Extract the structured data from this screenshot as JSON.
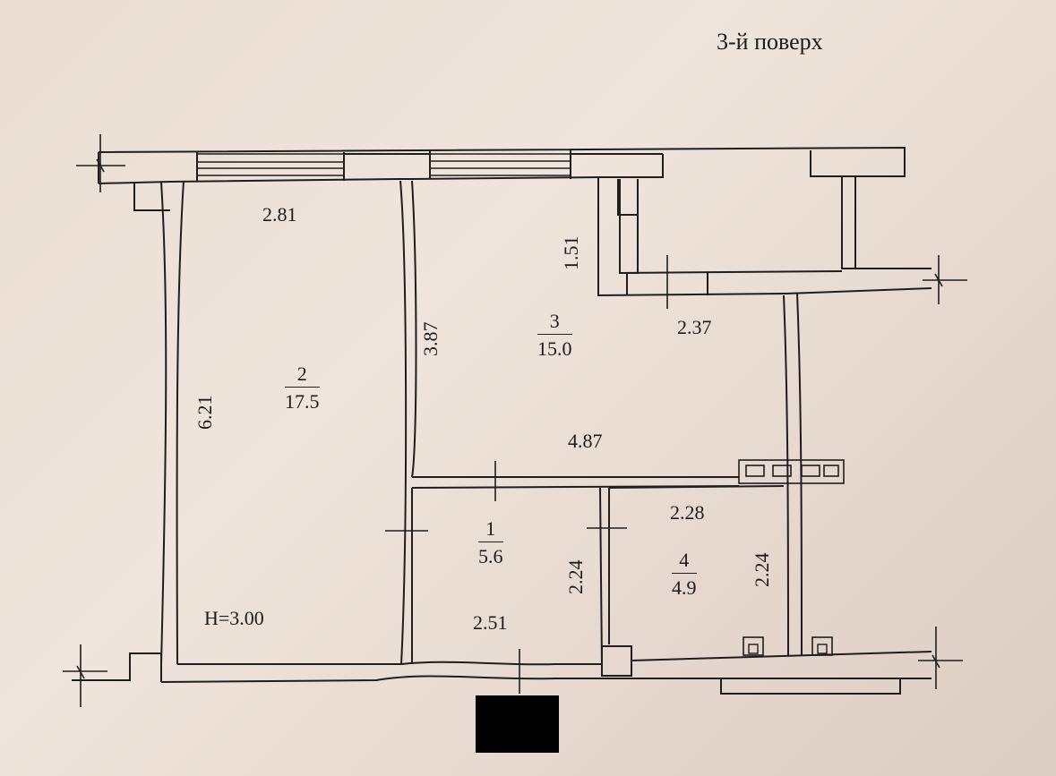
{
  "title": "3-й поверх",
  "rooms": [
    {
      "number": "1",
      "area": "5.6"
    },
    {
      "number": "2",
      "area": "17.5"
    },
    {
      "number": "3",
      "area": "15.0"
    },
    {
      "number": "4",
      "area": "4.9"
    }
  ],
  "dimensions": {
    "room2_width": "2.81",
    "room2_length": "6.21",
    "room3_length": "3.87",
    "room3_width": "4.87",
    "room3_alcove_depth": "1.51",
    "room3_alcove_width": "2.37",
    "room1_width": "2.51",
    "room1_length": "2.24",
    "room4_width": "2.28",
    "room4_length": "2.24"
  },
  "ceiling_height": "H=3.00",
  "colors": {
    "paper": "#ebe0d6",
    "ink": "#1c1c1c",
    "redaction": "#000000"
  }
}
